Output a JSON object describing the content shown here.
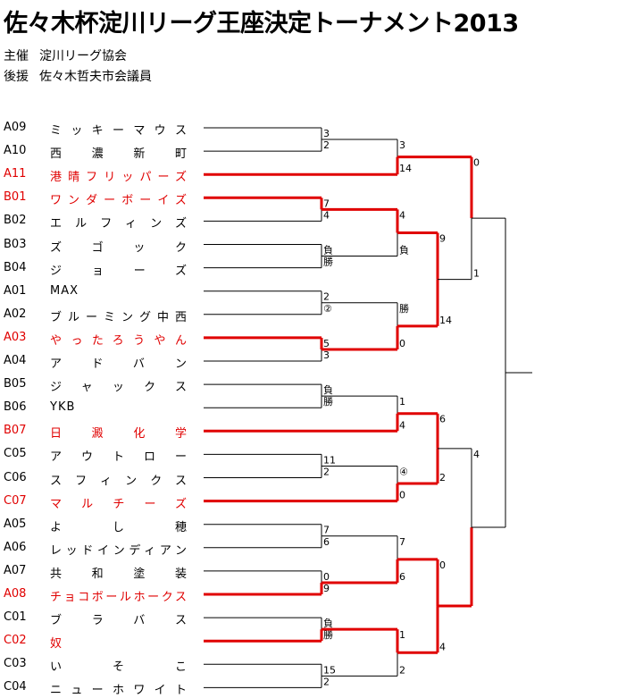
{
  "title": "佐々木杯淀川リーグ王座決定トーナメント2013",
  "sponsor": {
    "label": "主催",
    "value": "淀川リーグ協会"
  },
  "support": {
    "label": "後援",
    "value": "佐々木哲夫市会議員"
  },
  "colors": {
    "winner": "#e00000",
    "line": "#000000"
  },
  "teams": [
    {
      "code": "A09",
      "name": "ミッキーマウス",
      "win": false
    },
    {
      "code": "A10",
      "name": "西濃新町",
      "win": false
    },
    {
      "code": "A11",
      "name": "港晴フリッパーズ",
      "win": true
    },
    {
      "code": "B01",
      "name": "ワンダーボーイズ",
      "win": true
    },
    {
      "code": "B02",
      "name": "エルフィンズ",
      "win": false
    },
    {
      "code": "B03",
      "name": "ズゴック",
      "win": false
    },
    {
      "code": "B04",
      "name": "ジョーズ",
      "win": false
    },
    {
      "code": "A01",
      "name": "MAX",
      "win": false
    },
    {
      "code": "A02",
      "name": "ブルーミング中西",
      "win": false
    },
    {
      "code": "A03",
      "name": "やったろうやん",
      "win": true
    },
    {
      "code": "A04",
      "name": "アドバン",
      "win": false
    },
    {
      "code": "B05",
      "name": "ジャックス",
      "win": false
    },
    {
      "code": "B06",
      "name": "YKB",
      "win": false
    },
    {
      "code": "B07",
      "name": "日澱化学",
      "win": true
    },
    {
      "code": "C05",
      "name": "アウトロー",
      "win": false
    },
    {
      "code": "C06",
      "name": "スフィンクス",
      "win": false
    },
    {
      "code": "C07",
      "name": "マルチーズ",
      "win": true
    },
    {
      "code": "A05",
      "name": "よし穂",
      "win": false
    },
    {
      "code": "A06",
      "name": "レッドインディアン",
      "win": false
    },
    {
      "code": "A07",
      "name": "共和塗装",
      "win": false
    },
    {
      "code": "A08",
      "name": "チョコボールホークス",
      "win": true
    },
    {
      "code": "C01",
      "name": "ブラバス",
      "win": false
    },
    {
      "code": "C02",
      "name": "奴",
      "win": true
    },
    {
      "code": "C03",
      "name": "いそこ",
      "win": false
    },
    {
      "code": "C04",
      "name": "ニューホワイト",
      "win": false
    }
  ],
  "scores": [
    "3",
    "2",
    "7",
    "4",
    "負",
    "勝",
    "2",
    "②",
    "5",
    "3",
    "負",
    "勝",
    "11",
    "2",
    "7",
    "6",
    "0",
    "9",
    "負",
    "勝",
    "15",
    "2",
    "3",
    "14",
    "4",
    "負",
    "勝",
    "0",
    "1",
    "4",
    "④",
    "0",
    "7",
    "6",
    "1",
    "2",
    "9",
    "14",
    "6",
    "2",
    "0",
    "4",
    "0",
    "1",
    "4"
  ]
}
